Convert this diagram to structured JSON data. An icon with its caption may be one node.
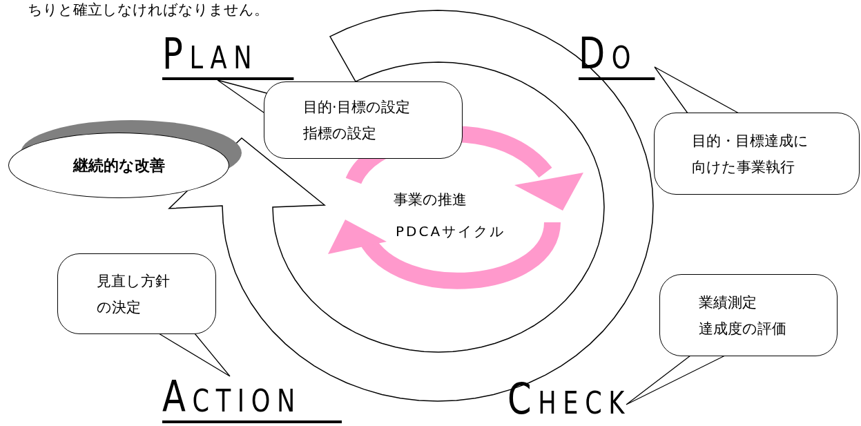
{
  "diagram": {
    "nodes": [
      {
        "text": [
          "PLAN"
        ]
      },
      {
        "text": [
          "DO"
        ]
      },
      {
        "text": [
          "CHECK"
        ]
      },
      {
        "text": [
          "ACTION"
        ]
      },
      {
        "text": [
          "目的·目標の設定",
          "指標の設定"
        ]
      },
      {
        "text": [
          "目的・目標達成に向けた事業執行"
        ]
      },
      {
        "text": [
          "業績測定",
          "達成度の評価"
        ]
      },
      {
        "text": [
          "見直し方針の決定"
        ]
      },
      {
        "text": [
          "継続的な改善"
        ]
      }
    ],
    "edges": [
      {
        "from": 4,
        "to": 0,
        "arrow": "none"
      },
      {
        "from": 5,
        "to": 1,
        "arrow": "none"
      },
      {
        "from": 6,
        "to": 2,
        "arrow": "none"
      },
      {
        "from": 7,
        "to": 3,
        "arrow": "none"
      }
    ],
    "labels": [
      "ちりと確立しなければなりません。",
      "事業の推進",
      "PDCAサイクル"
    ]
  }
}
